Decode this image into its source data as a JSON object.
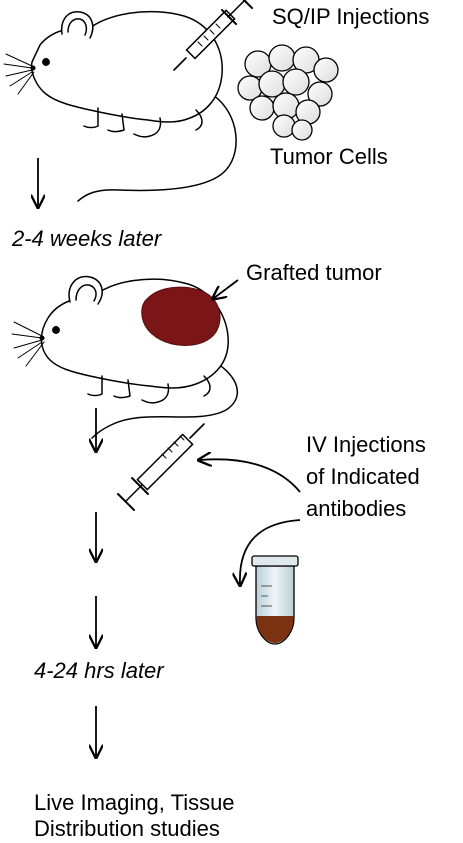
{
  "labels": {
    "sq_ip_injections": "SQ/IP Injections",
    "tumor_cells": "Tumor Cells",
    "time_1": "2-4 weeks later",
    "grafted_tumor": "Grafted tumor",
    "iv_line1": "IV Injections",
    "iv_line2": "of Indicated",
    "iv_line3": "antibodies",
    "time_2": "4-24 hrs later",
    "final_line1": "Live Imaging, Tissue",
    "final_line2": "Distribution studies"
  },
  "colors": {
    "tumor": "#7a1518",
    "tube_liquid": "#7a3210",
    "tube_body": "#cfe0e6",
    "ink": "#000000"
  },
  "icons": [
    "mouse-icon",
    "syringe-icon",
    "cell-cluster-icon",
    "tumor-icon",
    "tube-icon",
    "arrow-down-icon"
  ]
}
